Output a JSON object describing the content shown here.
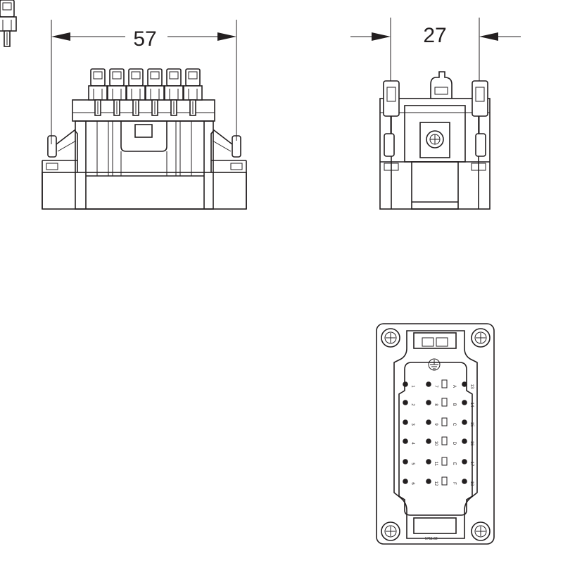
{
  "dimensions": {
    "width": "57",
    "depth": "27"
  },
  "contacts": {
    "col1": [
      "1",
      "2",
      "3",
      "4",
      "5",
      "6"
    ],
    "col2": [
      "7",
      "8",
      "9",
      "10",
      "11",
      "12"
    ],
    "letters": [
      "A",
      "B",
      "C",
      "D",
      "E",
      "F"
    ],
    "col3": [
      "13",
      "14",
      "15",
      "16",
      "17",
      "18"
    ]
  },
  "label_text": "5711.62",
  "icons": [
    "earth-ground-icon",
    "mounting-screw-icon"
  ]
}
